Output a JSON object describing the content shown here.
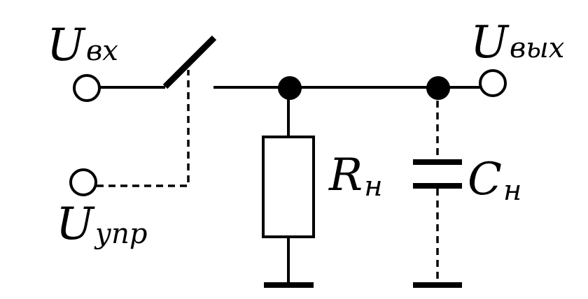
{
  "labels": {
    "input": {
      "main": "U",
      "sub": "вх"
    },
    "output": {
      "main": "U",
      "sub": "вых"
    },
    "control": {
      "main": "U",
      "sub": "упр"
    },
    "load_resistor": {
      "main": "R",
      "sub": "н"
    },
    "load_capacitor": {
      "main": "C",
      "sub": "н"
    }
  },
  "colors": {
    "stroke": "#000000",
    "background": "#ffffff"
  }
}
